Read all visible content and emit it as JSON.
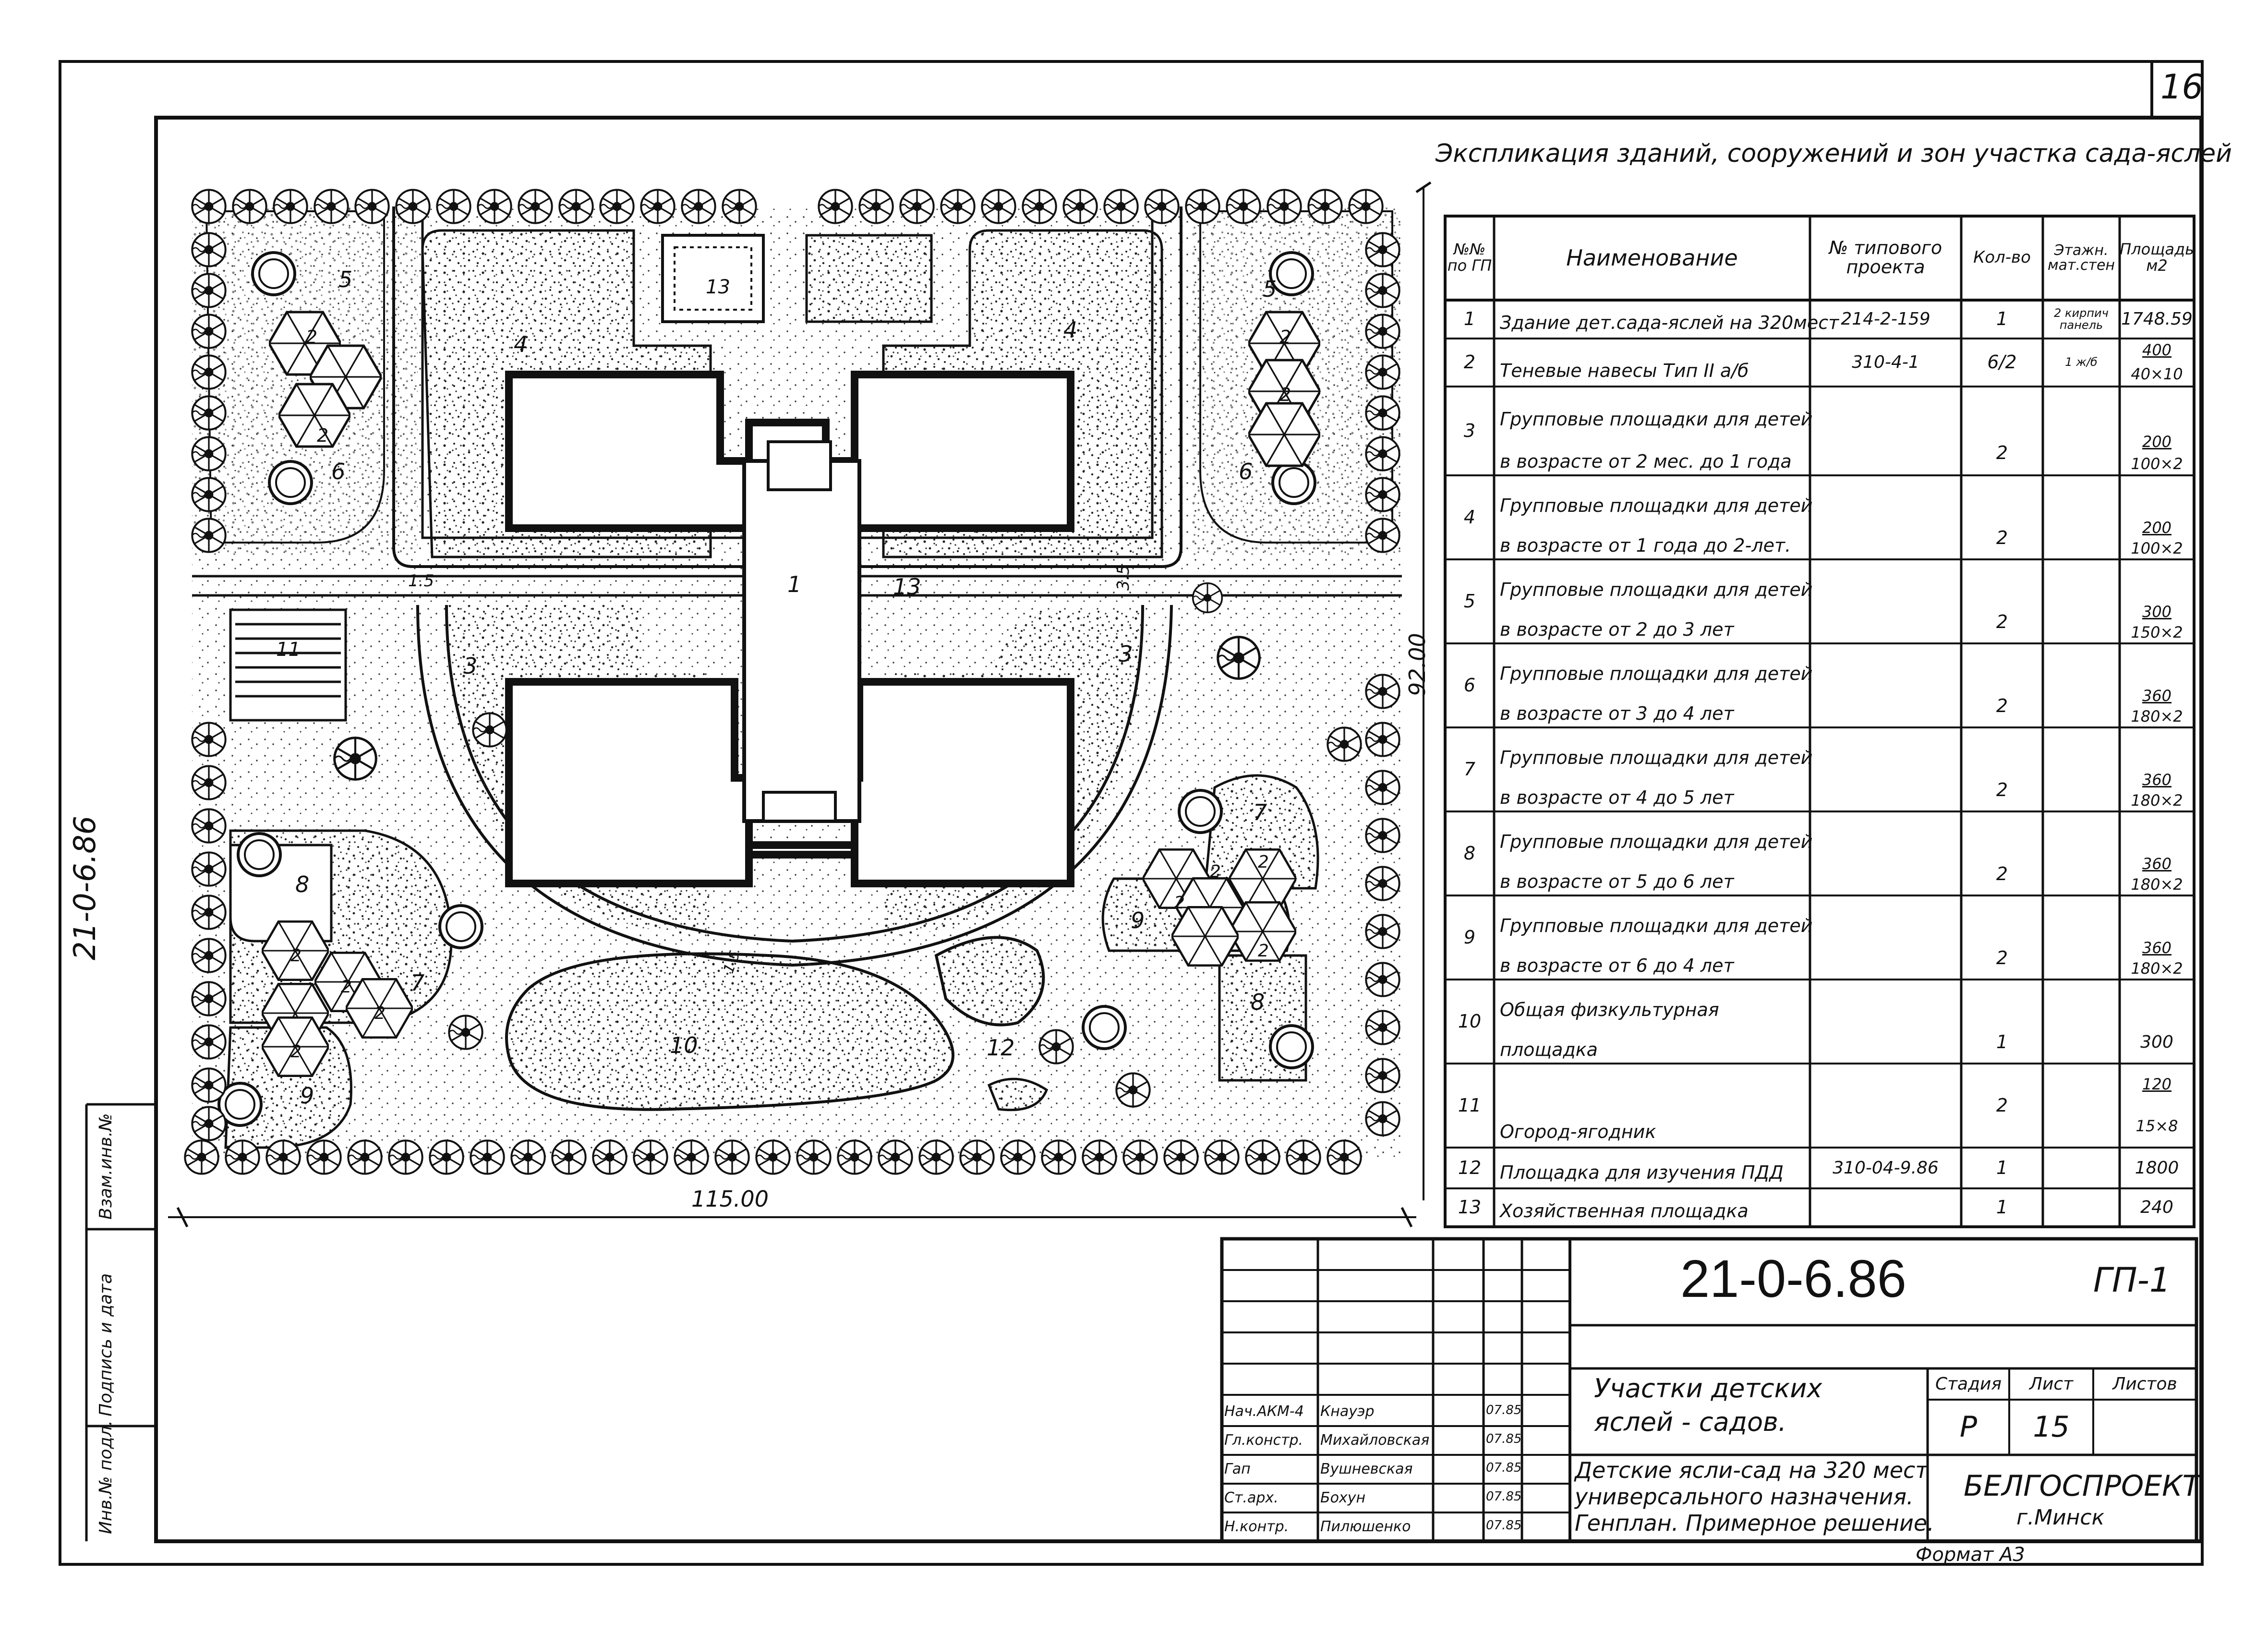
{
  "sheet_number": "16",
  "vertical_code": "21-0-6.86",
  "side_stamp": {
    "labels": [
      "Инв.№ подл.",
      "Подпись и дата",
      "Взам.инв.№"
    ]
  },
  "dimensions": {
    "width": "115.00",
    "height": "92.00",
    "small_a": "1.5",
    "small_b": "3.5",
    "small_c": "1.5"
  },
  "plan_labels": {
    "z1": "1",
    "z2": "2",
    "z3": "3",
    "z4": "4",
    "z5": "5",
    "z6": "6",
    "z7": "7",
    "z8": "8",
    "z9": "9",
    "z10": "10",
    "z11": "11",
    "z12": "12",
    "z13": "13"
  },
  "explication": {
    "title": "Экспликация зданий, сооружений и зон участка сада-яслей",
    "headers": {
      "num": "№№ по ГП",
      "name": "Наименование",
      "project": "№ типового проекта",
      "qty": "Кол-во",
      "floors": "Этажн. мат.стен",
      "area": "Площадь м2"
    },
    "rows": [
      {
        "num": "1",
        "name": "Здание дет.сада-яслей на 320мест",
        "name2": "",
        "project": "214-2-159",
        "qty": "1",
        "floors": "2 кирпич панель",
        "area": "1748.59",
        "area2": ""
      },
      {
        "num": "2",
        "name": "Теневые навесы Тип II а/б",
        "name2": "",
        "project": "310-4-1",
        "qty": "6/2",
        "floors": "1 ж/б",
        "area": "400",
        "area2": "40×10"
      },
      {
        "num": "3",
        "name": "Групповые площадки для детей",
        "name2": "в возрасте от 2 мес. до 1 года",
        "project": "",
        "qty": "2",
        "floors": "",
        "area": "200",
        "area2": "100×2"
      },
      {
        "num": "4",
        "name": "Групповые площадки для детей",
        "name2": "в возрасте от 1 года до 2-лет.",
        "project": "",
        "qty": "2",
        "floors": "",
        "area": "200",
        "area2": "100×2"
      },
      {
        "num": "5",
        "name": "Групповые площадки для детей",
        "name2": "в возрасте от 2 до 3 лет",
        "project": "",
        "qty": "2",
        "floors": "",
        "area": "300",
        "area2": "150×2"
      },
      {
        "num": "6",
        "name": "Групповые площадки для детей",
        "name2": "в возрасте от 3 до 4 лет",
        "project": "",
        "qty": "2",
        "floors": "",
        "area": "360",
        "area2": "180×2"
      },
      {
        "num": "7",
        "name": "Групповые площадки для детей",
        "name2": "в возрасте от 4 до 5 лет",
        "project": "",
        "qty": "2",
        "floors": "",
        "area": "360",
        "area2": "180×2"
      },
      {
        "num": "8",
        "name": "Групповые площадки для детей",
        "name2": "в возрасте от 5 до 6 лет",
        "project": "",
        "qty": "2",
        "floors": "",
        "area": "360",
        "area2": "180×2"
      },
      {
        "num": "9",
        "name": "Групповые площадки для детей",
        "name2": "в возрасте от 6 до 4 лет",
        "project": "",
        "qty": "2",
        "floors": "",
        "area": "360",
        "area2": "180×2"
      },
      {
        "num": "10",
        "name": "Общая физкультурная",
        "name2": "площадка",
        "project": "",
        "qty": "1",
        "floors": "",
        "area": "300",
        "area2": ""
      },
      {
        "num": "11",
        "name": "Огород-ягодник",
        "name2": "",
        "project": "",
        "qty": "2",
        "floors": "",
        "area": "120",
        "area2": "15×8"
      },
      {
        "num": "12",
        "name": "Площадка для изучения ПДД",
        "name2": "",
        "project": "310-04-9.86",
        "qty": "1",
        "floors": "",
        "area": "1800",
        "area2": ""
      },
      {
        "num": "13",
        "name": "Хозяйственная площадка",
        "name2": "",
        "project": "",
        "qty": "1",
        "floors": "",
        "area": "240",
        "area2": ""
      }
    ]
  },
  "title_block": {
    "code": "21-0-6.86",
    "sheet_code": "ГП-1",
    "title1": "Участки детских",
    "title2": "яслей - садов.",
    "desc1": "Детские ясли-сад на 320 мест",
    "desc2": "универсального назначения.",
    "desc3": "Генплан. Примерное решение.",
    "stage_h": "Стадия",
    "sheet_h": "Лист",
    "sheets_h": "Листов",
    "stage": "Р",
    "sheet": "15",
    "sheets": "",
    "org": "БЕЛГОСПРОЕКТ",
    "city": "г.Минск",
    "format": "Формат А3",
    "people": [
      {
        "role": "Нач.АКМ-4",
        "name": "Кнауэр",
        "date": "07.85"
      },
      {
        "role": "Гл.констр.",
        "name": "Михайловская",
        "date": "07.85"
      },
      {
        "role": "Гап",
        "name": "Вушневская",
        "date": "07.85"
      },
      {
        "role": "Ст.арх.",
        "name": "Бохун",
        "date": "07.85"
      },
      {
        "role": "Н.контр.",
        "name": "Пилюшенко",
        "date": "07.85"
      }
    ]
  }
}
